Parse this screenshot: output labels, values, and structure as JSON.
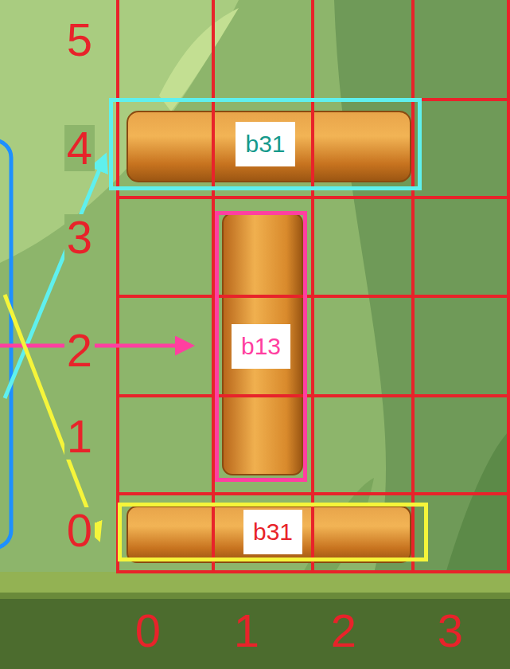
{
  "diagram": {
    "nodes": [
      {
        "text": [
          "b31"
        ]
      },
      {
        "text": [
          "b13"
        ]
      },
      {
        "text": [
          "b31"
        ]
      }
    ],
    "labels": [
      "5",
      "4",
      "3",
      "2",
      "1",
      "0",
      "0",
      "1",
      "2",
      "3"
    ]
  }
}
